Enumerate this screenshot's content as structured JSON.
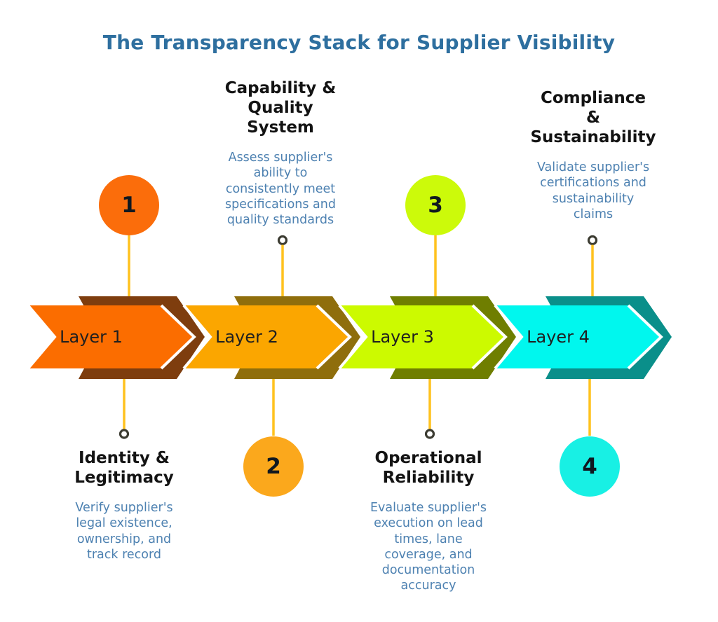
{
  "title": "The Transparency Stack for Supplier Visibility",
  "colors": {
    "title_text": "#2E6F9F",
    "heading_text": "#131313",
    "description_text": "#4D81B1",
    "connector_line": "#FFC21E",
    "ring_stroke": "#3C3C32",
    "white_gap": "#FFFFFF"
  },
  "layers": [
    {
      "label": "Layer 1",
      "number": "1",
      "arrow_fill": "#FB6D00",
      "arrow_shadow": "#7E3D0E",
      "circle_fill": "#FB6D0B",
      "stage_title": "Identity &\nLegitimacy",
      "stage_desc": "Verify supplier's\nlegal existence,\nownership, and\ntrack record",
      "text_position": "bottom"
    },
    {
      "label": "Layer 2",
      "number": "2",
      "arrow_fill": "#FBA600",
      "arrow_shadow": "#8F6E0C",
      "circle_fill": "#FBA81C",
      "stage_title": "Capability &\nQuality\nSystem",
      "stage_desc": "Assess supplier's\nability to\nconsistently meet\nspecifications and\nquality standards",
      "text_position": "top"
    },
    {
      "label": "Layer 3",
      "number": "3",
      "arrow_fill": "#CCFA00",
      "arrow_shadow": "#6F7E00",
      "circle_fill": "#CCFA0A",
      "stage_title": "Operational\nReliability",
      "stage_desc": "Evaluate supplier's\nexecution on lead\ntimes, lane\ncoverage, and\ndocumentation\naccuracy",
      "text_position": "bottom"
    },
    {
      "label": "Layer 4",
      "number": "4",
      "arrow_fill": "#00F7EE",
      "arrow_shadow": "#0A8F8A",
      "circle_fill": "#18F0E4",
      "stage_title": "Compliance\n&\nSustainability",
      "stage_desc": "Validate supplier's\ncertifications and\nsustainability\nclaims",
      "text_position": "top"
    }
  ]
}
